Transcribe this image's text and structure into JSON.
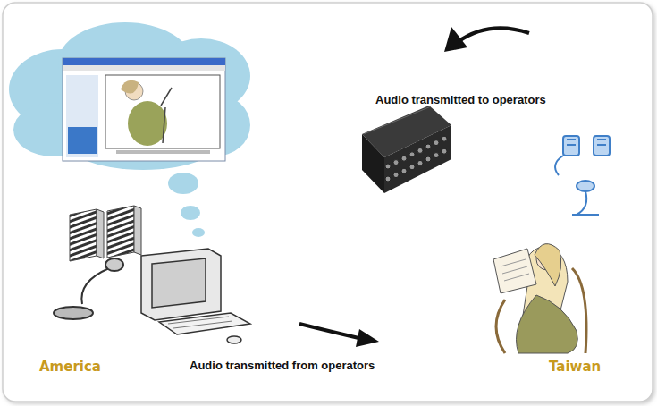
{
  "diagram": {
    "labels": [
      "Audio transmitted to operators",
      "America",
      "Audio transmitted from operators",
      "Taiwan"
    ]
  }
}
